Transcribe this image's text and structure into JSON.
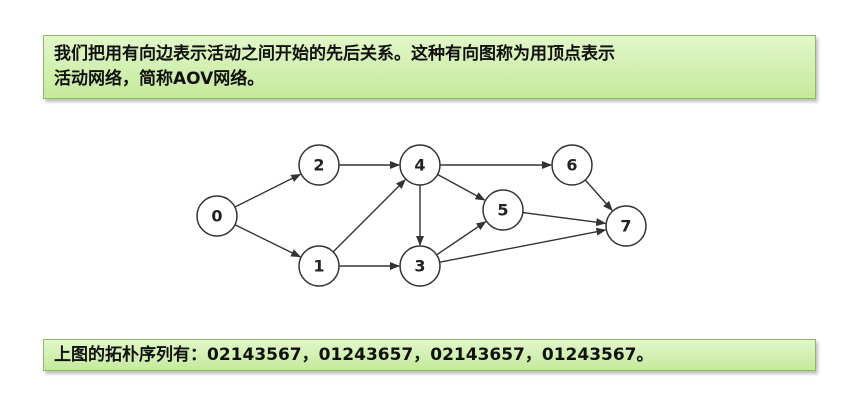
{
  "intro": {
    "line1": "我们把用有向边表示活动之间开始的先后关系。这种有向图称为用顶点表示",
    "line2": "活动网络，简称AOV网络。"
  },
  "graph": {
    "nodes": [
      {
        "id": "0",
        "label": "0"
      },
      {
        "id": "1",
        "label": "1"
      },
      {
        "id": "2",
        "label": "2"
      },
      {
        "id": "3",
        "label": "3"
      },
      {
        "id": "4",
        "label": "4"
      },
      {
        "id": "5",
        "label": "5"
      },
      {
        "id": "6",
        "label": "6"
      },
      {
        "id": "7",
        "label": "7"
      }
    ],
    "edges": [
      {
        "from": "0",
        "to": "2"
      },
      {
        "from": "0",
        "to": "1"
      },
      {
        "from": "2",
        "to": "4"
      },
      {
        "from": "1",
        "to": "4"
      },
      {
        "from": "1",
        "to": "3"
      },
      {
        "from": "4",
        "to": "3"
      },
      {
        "from": "4",
        "to": "5"
      },
      {
        "from": "4",
        "to": "6"
      },
      {
        "from": "3",
        "to": "5"
      },
      {
        "from": "3",
        "to": "7"
      },
      {
        "from": "5",
        "to": "7"
      },
      {
        "from": "6",
        "to": "7"
      }
    ]
  },
  "conclusion": {
    "text": "上图的拓朴序列有：02143567，01243657，02143657，01243567。"
  }
}
